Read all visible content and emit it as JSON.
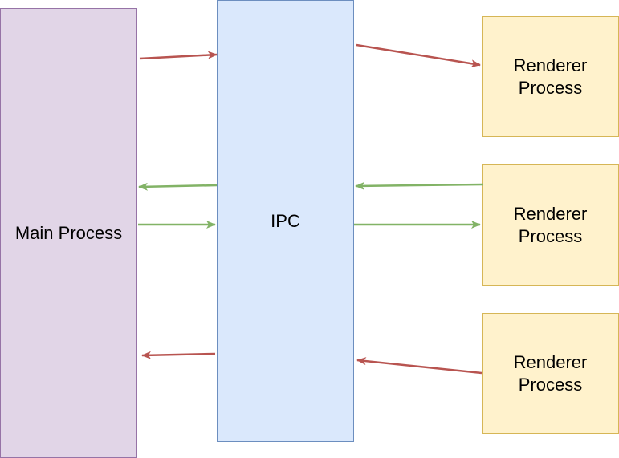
{
  "colors": {
    "main_fill": "#e1d5e7",
    "main_stroke": "#9673a6",
    "ipc_fill": "#dae8fc",
    "ipc_stroke": "#6c8ebf",
    "renderer_fill": "#fff2cc",
    "renderer_stroke": "#d6b656",
    "red_arrow": "#b85450",
    "green_arrow": "#82b366"
  },
  "nodes": {
    "main": {
      "label": "Main Process"
    },
    "ipc": {
      "label": "IPC"
    },
    "renderers": [
      {
        "label": "Renderer\nProcess"
      },
      {
        "label": "Renderer\nProcess"
      },
      {
        "label": "Renderer\nProcess"
      }
    ]
  },
  "edges": [
    {
      "from": "main",
      "to": "ipc",
      "color": "red"
    },
    {
      "from": "ipc",
      "to": "renderer-1",
      "color": "red"
    },
    {
      "from": "ipc",
      "to": "main",
      "color": "green"
    },
    {
      "from": "main",
      "to": "ipc",
      "color": "green"
    },
    {
      "from": "renderer-2",
      "to": "ipc",
      "color": "green"
    },
    {
      "from": "ipc",
      "to": "renderer-2",
      "color": "green"
    },
    {
      "from": "ipc",
      "to": "main",
      "color": "red"
    },
    {
      "from": "renderer-3",
      "to": "ipc",
      "color": "red"
    }
  ]
}
